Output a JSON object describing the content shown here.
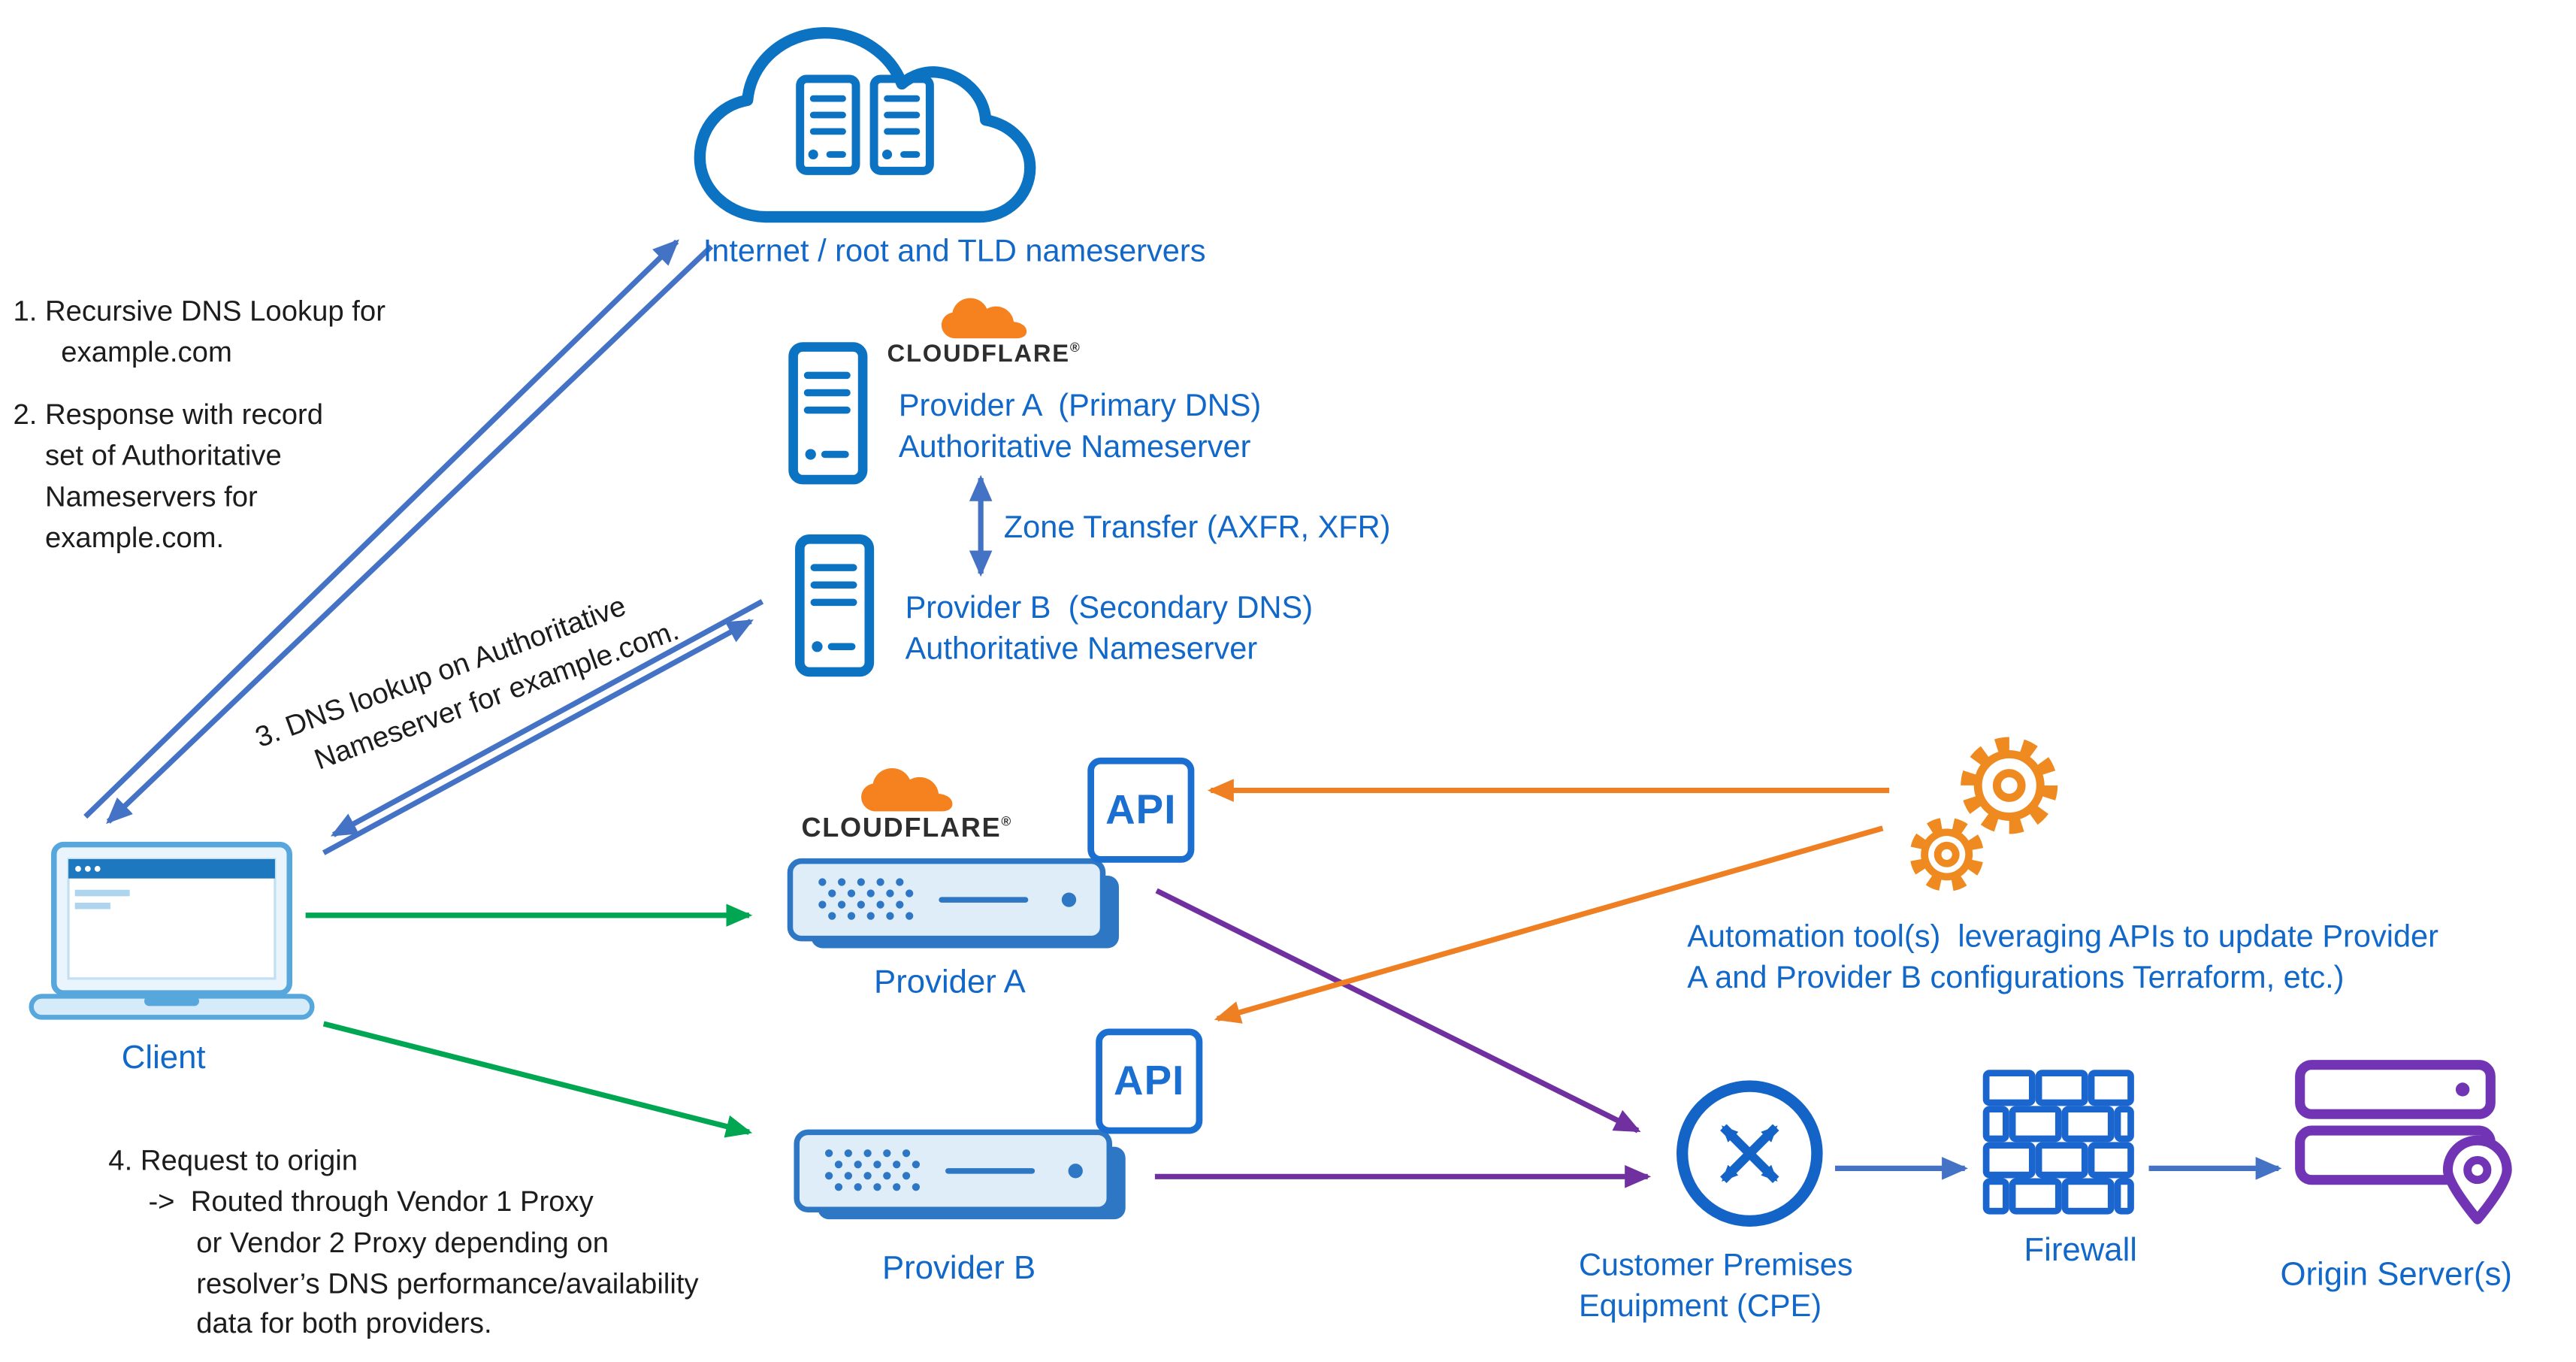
{
  "colors": {
    "icon_blue": "#0C72C2",
    "royal_blue": "#1B6FD0",
    "text_blue": "#1168C9",
    "arrow_blue": "#4472C4",
    "green": "#00A651",
    "orange": "#EE7F22",
    "cloudflare_orange": "#F6821F",
    "purple": "#7030A0",
    "origin_purple": "#7134B4",
    "black": "#1C1C1C"
  },
  "icons": {
    "internet": "cloud-with-server-racks-icon",
    "nameserver": "server-tower-icon",
    "provider_appliance": "server-appliance-icon",
    "api": "api-box",
    "automation": "gears-icon",
    "cpe": "router-circle-arrows-icon",
    "firewall": "brick-wall-icon",
    "origin": "stacked-servers-with-location-pin-icon",
    "client": "laptop-icon",
    "brand": "cloudflare-cloud-logo"
  },
  "labels": {
    "internet": "Internet / root and TLD nameservers",
    "cloudflare_wordmark": "CLOUDFLARE",
    "registered": "®",
    "provider_a_ns": "Provider A  (Primary DNS)\nAuthoritative Nameserver",
    "provider_b_ns": "Provider B  (Secondary DNS)\nAuthoritative Nameserver",
    "zone_transfer": "Zone Transfer (AXFR, XFR)",
    "client": "Client",
    "api": "API",
    "provider_a": "Provider A",
    "provider_b": "Provider B",
    "automation": "Automation tool(s)  leveraging APIs to update Provider\nA and Provider B configurations Terraform, etc.)",
    "cpe": "Customer Premises\nEquipment (CPE)",
    "firewall": "Firewall",
    "origin": "Origin Server(s)"
  },
  "notes": {
    "step1": "1. Recursive DNS Lookup for\n      example.com",
    "step2": "2. Response with record\n    set of Authoritative\n    Nameservers for\n    example.com.",
    "step3": "3. DNS lookup on Authoritative\n      Nameserver for example.com.",
    "step4": "4. Request to origin\n     ->  Routed through Vendor 1 Proxy\n           or Vendor 2 Proxy depending on\n           resolver’s DNS performance/availability\n           data for both providers."
  }
}
